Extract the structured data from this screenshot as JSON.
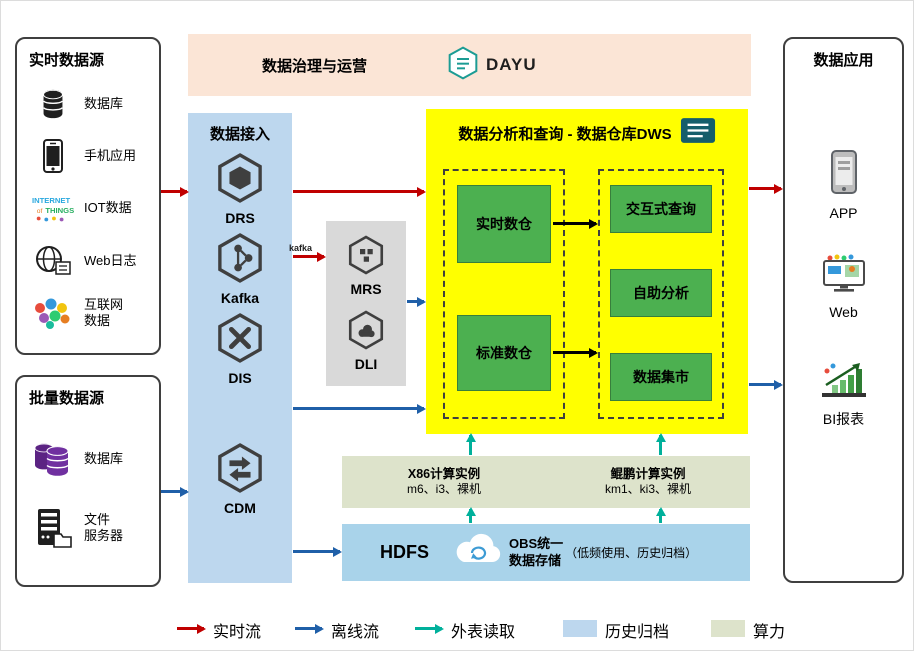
{
  "realtime_sources": {
    "title": "实时数据源",
    "items": [
      {
        "label": "数据库",
        "icon": "database-icon"
      },
      {
        "label": "手机应用",
        "icon": "mobile-app-icon"
      },
      {
        "label": "IOT数据",
        "icon": "iot-icon"
      },
      {
        "label": "Web日志",
        "icon": "web-log-icon"
      },
      {
        "label": "互联网\n数据",
        "icon": "internet-data-icon"
      }
    ]
  },
  "batch_sources": {
    "title": "批量数据源",
    "items": [
      {
        "label": "数据库",
        "icon": "database-purple-icon"
      },
      {
        "label": "文件\n服务器",
        "icon": "file-server-icon"
      }
    ]
  },
  "governance": {
    "title": "数据治理与运营",
    "logo_text": "DAYU"
  },
  "ingestion": {
    "title": "数据接入",
    "items": [
      {
        "label": "DRS"
      },
      {
        "label": "Kafka"
      },
      {
        "label": "DIS"
      },
      {
        "label": "CDM"
      }
    ],
    "kafka_logo": "kafka"
  },
  "processing": {
    "items": [
      {
        "label": "MRS"
      },
      {
        "label": "DLI"
      }
    ]
  },
  "dws": {
    "title": "数据分析和查询 - 数据仓库DWS",
    "left_group": [
      "实时数仓",
      "标准数仓"
    ],
    "right_group": [
      "交互式查询",
      "自助分析",
      "数据集市"
    ]
  },
  "compute": {
    "x86_title": "X86计算实例",
    "x86_sub": "m6、i3、裸机",
    "kunpeng_title": "鲲鹏计算实例",
    "kunpeng_sub": "km1、ki3、裸机"
  },
  "storage": {
    "hdfs": "HDFS",
    "obs": "OBS统一\n数据存储",
    "note": "（低频使用、历史归档）"
  },
  "applications": {
    "title": "数据应用",
    "items": [
      {
        "label": "APP"
      },
      {
        "label": "Web"
      },
      {
        "label": "BI报表"
      }
    ]
  },
  "legend": {
    "realtime": "实时流",
    "offline": "离线流",
    "external": "外表读取",
    "archive": "历史归档",
    "compute_power": "算力"
  },
  "colors": {
    "realtime_flow": "#C00000",
    "offline_flow": "#1F5FA8",
    "external_read": "#00B09B",
    "archive_fill": "#BDD7EE",
    "compute_fill": "#DDE3CB",
    "dws_fill": "#FFFF00",
    "green_box": "#4CB050",
    "ingest_fill": "#BDD7EE",
    "governance_fill": "#FBE5D6"
  }
}
